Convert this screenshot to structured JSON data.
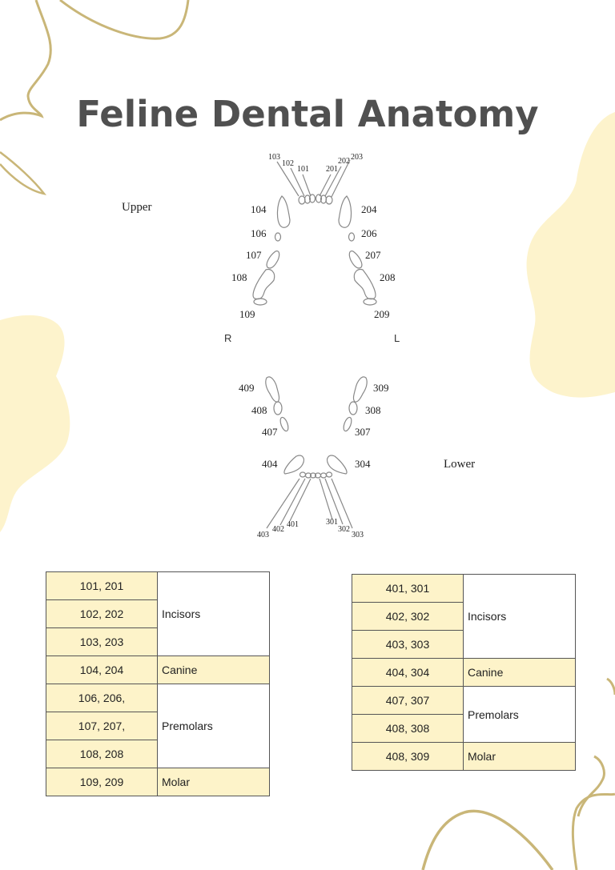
{
  "title": "Feline Dental Anatomy",
  "colors": {
    "accent_line": "#c9b678",
    "blob_fill": "#fdf3cc",
    "table_fill": "#fdf3c9",
    "title_text": "#505050"
  },
  "diagram": {
    "upper_label": "Upper",
    "lower_label": "Lower",
    "right_label": "R",
    "left_label": "L",
    "upper_teeth": {
      "incisors_right": [
        "103",
        "102",
        "101"
      ],
      "incisors_left": [
        "201",
        "202",
        "203"
      ],
      "labels": [
        "104",
        "204",
        "106",
        "206",
        "107",
        "207",
        "108",
        "208",
        "109",
        "209"
      ]
    },
    "lower_teeth": {
      "labels": [
        "409",
        "309",
        "408",
        "308",
        "407",
        "307",
        "404",
        "304"
      ],
      "incisors_right": [
        "403",
        "402",
        "401"
      ],
      "incisors_left": [
        "301",
        "302",
        "303"
      ]
    }
  },
  "upper_table": {
    "rows": [
      {
        "teeth": "101, 201"
      },
      {
        "teeth": "102, 202"
      },
      {
        "teeth": "103, 203"
      },
      {
        "teeth": "104, 204"
      },
      {
        "teeth": "106, 206,"
      },
      {
        "teeth": "107, 207,"
      },
      {
        "teeth": "108, 208"
      },
      {
        "teeth": "109, 209"
      }
    ],
    "groups": [
      {
        "label": "Incisors",
        "rowspan": 3
      },
      {
        "label": "Canine",
        "rowspan": 1
      },
      {
        "label": "Premolars",
        "rowspan": 3
      },
      {
        "label": "Molar",
        "rowspan": 1
      }
    ]
  },
  "lower_table": {
    "rows": [
      {
        "teeth": "401, 301"
      },
      {
        "teeth": "402, 302"
      },
      {
        "teeth": "403, 303"
      },
      {
        "teeth": "404, 304"
      },
      {
        "teeth": "407, 307"
      },
      {
        "teeth": "408, 308"
      },
      {
        "teeth": "408, 309"
      }
    ],
    "groups": [
      {
        "label": "Incisors",
        "rowspan": 3
      },
      {
        "label": "Canine",
        "rowspan": 1
      },
      {
        "label": "Premolars",
        "rowspan": 2
      },
      {
        "label": "Molar",
        "rowspan": 1
      }
    ]
  }
}
